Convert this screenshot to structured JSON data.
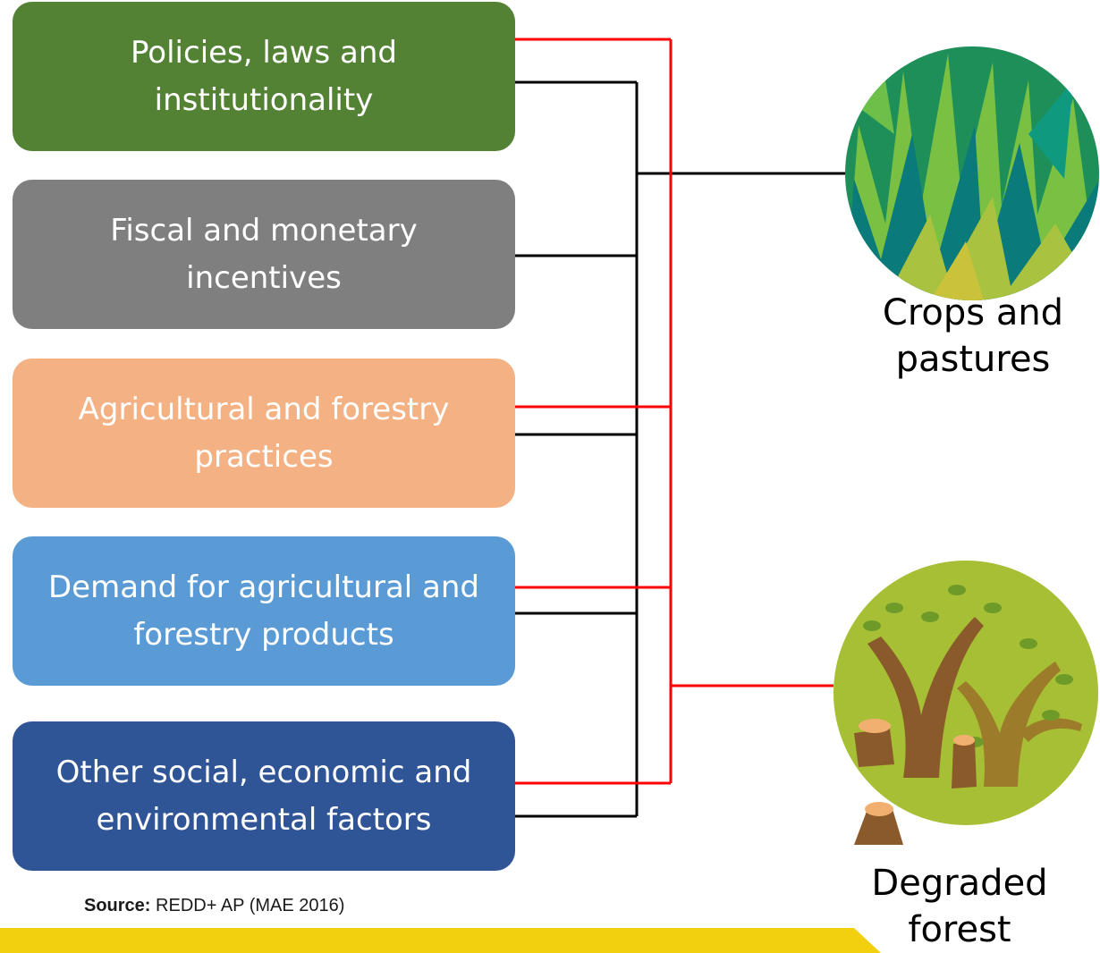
{
  "drivers": [
    {
      "label": "Policies, laws and institutionality",
      "color": "#548235"
    },
    {
      "label": "Fiscal and monetary incentives",
      "color": "#7f7f7f"
    },
    {
      "label": "Agricultural and forestry practices",
      "color": "#f4b183"
    },
    {
      "label": "Demand for agricultural and forestry products",
      "color": "#5b9bd5"
    },
    {
      "label": "Other social, economic and environmental factors",
      "color": "#2f5597"
    }
  ],
  "outcomes": {
    "crops": {
      "label": "Crops and pastures",
      "icon": "grass-icon"
    },
    "forest": {
      "label": "Degraded forest",
      "icon": "tree-stump-icon"
    }
  },
  "connectors": {
    "black_color": "#000000",
    "red_color": "#ff0000"
  },
  "source": {
    "prefix": "Source:",
    "text": "REDD+ AP (MAE 2016)"
  },
  "footer_bar_color": "#f2d00f"
}
